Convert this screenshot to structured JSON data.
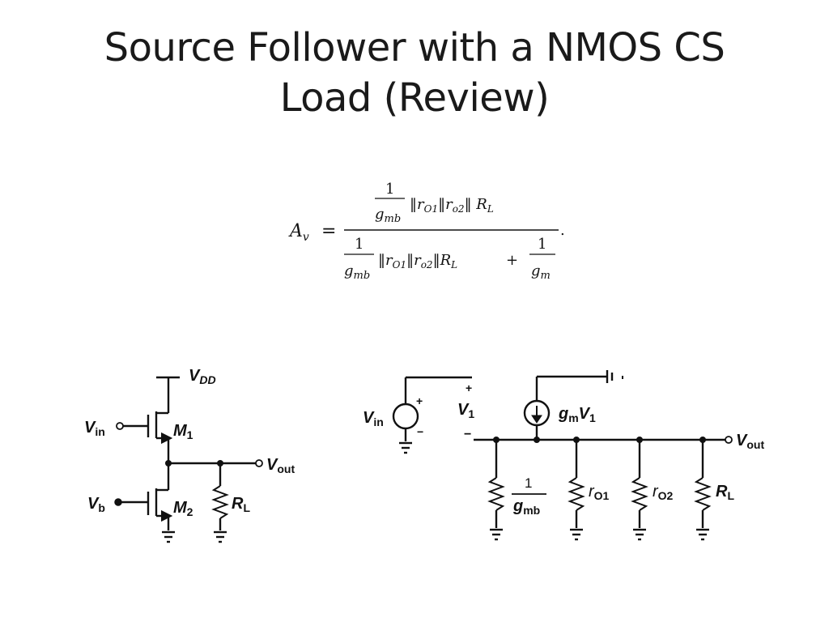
{
  "slide": {
    "title_line1": "Source Follower with a NMOS CS",
    "title_line2": "Load (Review)"
  },
  "equation": {
    "lhs": "A",
    "lhs_sub": "v",
    "equals": "=",
    "num_one": "1",
    "num_gmb": "g",
    "num_gmb_sub": "mb",
    "num_rest": "‖r",
    "num_ro1_sub": "O1",
    "num_sep2": "‖r",
    "num_ro2_sub": "o2",
    "num_sep3": "‖ R",
    "num_rl_sub": "L",
    "den_one": "1",
    "den_gmb": "g",
    "den_gmb_sub": "mb",
    "den_rest": "‖r",
    "den_ro1_sub": "O1",
    "den_sep2": "‖r",
    "den_ro2_sub": "o2",
    "den_sep3": "‖R",
    "den_rl_sub": "L",
    "den_plus": "+",
    "den_one2": "1",
    "den_gm": "g",
    "den_gm_sub": "m",
    "trail": "."
  },
  "left_circuit": {
    "vdd": "V",
    "vdd_sub": "DD",
    "vin": "V",
    "vin_sub": "in",
    "m1": "M",
    "m1_sub": "1",
    "vout": "V",
    "vout_sub": "out",
    "vb": "V",
    "vb_sub": "b",
    "m2": "M",
    "m2_sub": "2",
    "rl": "R",
    "rl_sub": "L"
  },
  "right_circuit": {
    "vin": "V",
    "vin_sub": "in",
    "plus1": "+",
    "minus1": "−",
    "plus2": "+",
    "v1": "V",
    "v1_sub": "1",
    "minus2": "−",
    "gm": "g",
    "gm_sub": "m",
    "gm_v": "V",
    "gm_v_sub": "1",
    "vout": "V",
    "vout_sub": "out",
    "frac_one": "1",
    "frac_g": "g",
    "frac_g_sub": "mb",
    "ro1": "r",
    "ro1_sub": "O1",
    "ro2": "r",
    "ro2_sub": "O2",
    "rl": "R",
    "rl_sub": "L"
  }
}
